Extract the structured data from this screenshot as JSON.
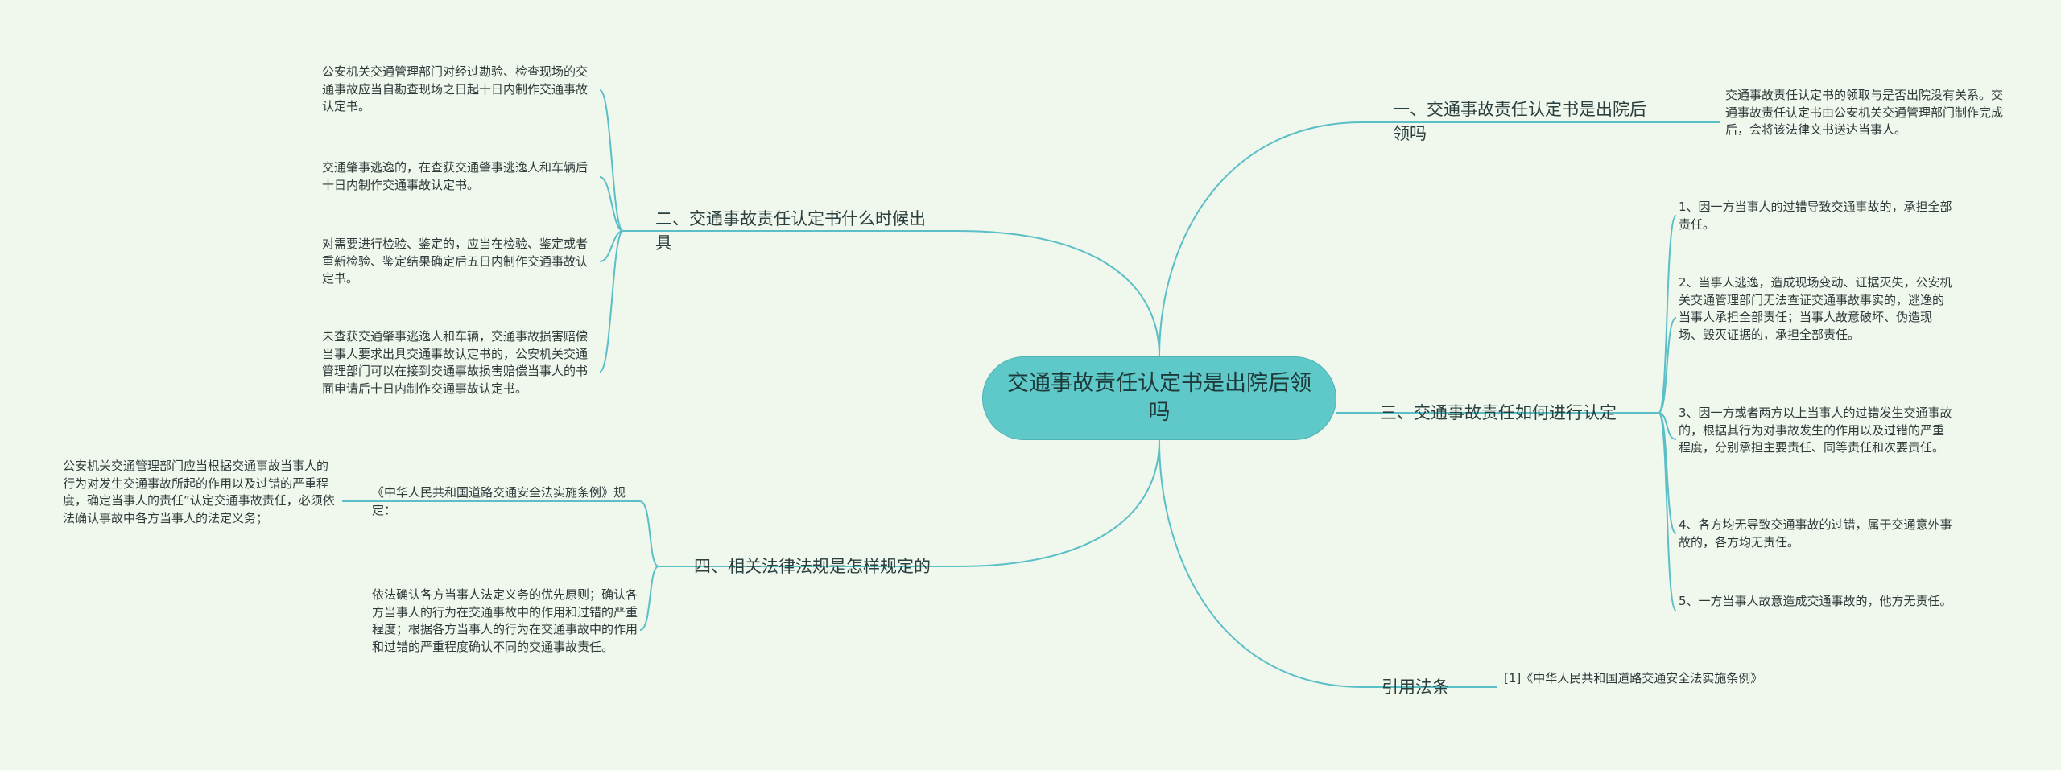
{
  "root": {
    "label": "交通事故责任认定书是出院后领吗"
  },
  "branches": {
    "b1": {
      "label": "一、交通事故责任认定书是出院后领吗",
      "children": [
        "交通事故责任认定书的领取与是否出院没有关系。交通事故责任认定书由公安机关交通管理部门制作完成后，会将该法律文书送达当事人。"
      ]
    },
    "b2": {
      "label": "二、交通事故责任认定书什么时候出具",
      "children": [
        "公安机关交通管理部门对经过勘验、检查现场的交通事故应当自勘查现场之日起十日内制作交通事故认定书。",
        "交通肇事逃逸的，在查获交通肇事逃逸人和车辆后十日内制作交通事故认定书。",
        "对需要进行检验、鉴定的，应当在检验、鉴定或者重新检验、鉴定结果确定后五日内制作交通事故认定书。",
        "未查获交通肇事逃逸人和车辆，交通事故损害赔偿当事人要求出具交通事故认定书的，公安机关交通管理部门可以在接到交通事故损害赔偿当事人的书面申请后十日内制作交通事故认定书。"
      ]
    },
    "b3": {
      "label": "三、交通事故责任如何进行认定",
      "children": [
        "1、因一方当事人的过错导致交通事故的，承担全部责任。",
        "2、当事人逃逸，造成现场变动、证据灭失，公安机关交通管理部门无法查证交通事故事实的，逃逸的当事人承担全部责任；当事人故意破坏、伪造现场、毁灭证据的，承担全部责任。",
        "3、因一方或者两方以上当事人的过错发生交通事故的，根据其行为对事故发生的作用以及过错的严重程度，分别承担主要责任、同等责任和次要责任。",
        "4、各方均无导致交通事故的过错，属于交通意外事故的，各方均无责任。",
        "5、一方当事人故意造成交通事故的，他方无责任。"
      ]
    },
    "b4": {
      "label": "四、相关法律法规是怎样规定的",
      "children": [
        "《中华人民共和国道路交通安全法实施条例》规定：",
        "依法确认各方当事人法定义务的优先原则；确认各方当事人的行为在交通事故中的作用和过错的严重程度；根据各方当事人的行为在交通事故中的作用和过错的严重程度确认不同的交通事故责任。"
      ],
      "grandchild": "公安机关交通管理部门应当根据交通事故当事人的行为对发生交通事故所起的作用以及过错的严重程度，确定当事人的责任”认定交通事故责任，必须依法确认事故中各方当事人的法定义务；"
    },
    "b5": {
      "label": "引用法条",
      "children": [
        "[1]《中华人民共和国道路交通安全法实施条例》"
      ]
    }
  },
  "colors": {
    "edge": "#5bbfc7",
    "root_fill": "#5fc9c9",
    "background": "#f0f8ee"
  }
}
